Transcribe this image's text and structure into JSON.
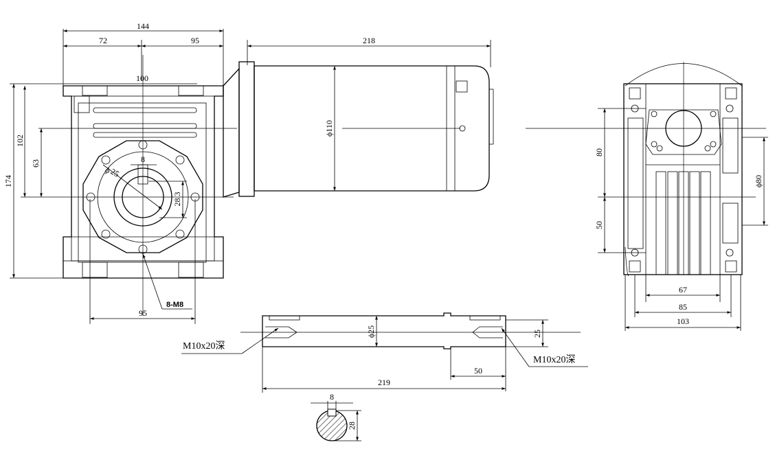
{
  "front_view": {
    "dims": {
      "overall_width": "144",
      "left_half": "72",
      "right_half": "95",
      "centre_distance": "100",
      "overall_height": "174",
      "upper_height": "102",
      "shaft_height": "63",
      "bolt_span": "95",
      "key_width": "8",
      "bore": "25",
      "key_depth": "28.3"
    },
    "bolt_note": "8-M8"
  },
  "motor_view": {
    "dims": {
      "motor_length": "218",
      "motor_diameter": "110"
    }
  },
  "side_view": {
    "dims": {
      "upper_offset": "80",
      "lower_offset": "50",
      "flange_diameter": "80",
      "inner_width": "67",
      "mid_width": "85",
      "overall_width": "103"
    }
  },
  "shaft_view": {
    "dims": {
      "diameter": "25",
      "key_height": "25",
      "total_length": "219",
      "key_length": "50"
    },
    "left_thread": "M10x20深",
    "right_thread": "M10x20深"
  },
  "key_section": {
    "dims": {
      "key_width": "8",
      "height": "28"
    }
  },
  "colors": {
    "ink": "#000000",
    "paper": "#ffffff"
  }
}
